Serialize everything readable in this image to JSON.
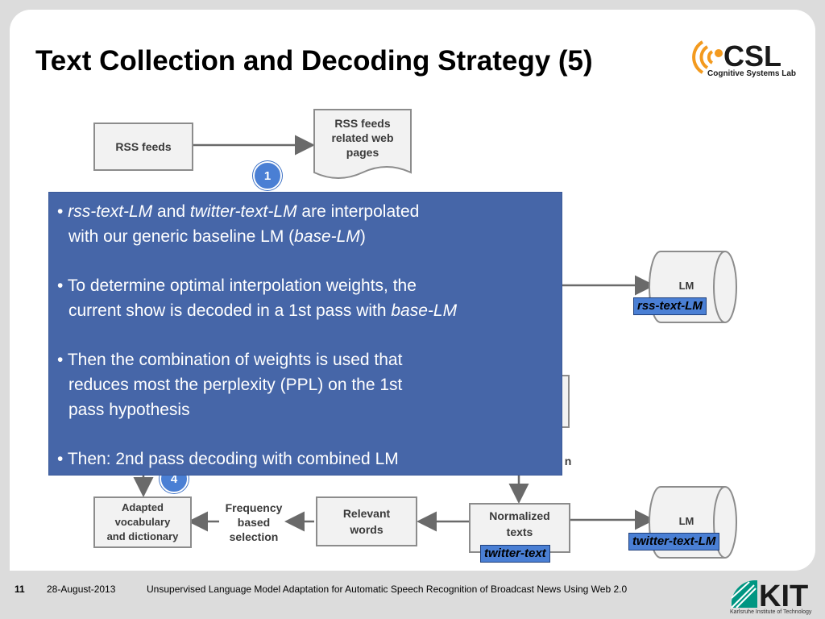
{
  "slide": {
    "title": "Text Collection and Decoding Strategy (5)",
    "logo_csl": {
      "mark": "CSL",
      "subtitle": "Cognitive Systems Lab"
    },
    "logo_kit": {
      "mark": "KIT",
      "subtitle": "Karlsruhe Institute of Technology"
    }
  },
  "diagram": {
    "rss_feeds": "RSS feeds",
    "rss_pages": [
      "RSS feeds",
      "related web",
      "pages"
    ],
    "lm_top": "LM",
    "lm_top_tag": "rss-text-LM",
    "lm_bottom": "LM",
    "lm_bottom_tag": "twitter-text-LM",
    "adapted": [
      "Adapted",
      "vocabulary",
      "and dictionary"
    ],
    "frequency": [
      "Frequency",
      "based",
      "selection"
    ],
    "relevant": [
      "Relevant",
      "words"
    ],
    "normalized": [
      "Normalized",
      "texts"
    ],
    "normalized_tag": "twitter-text",
    "partial_text": "n",
    "step_1": "1",
    "step_4": "4"
  },
  "overlay": {
    "b1_part1": "rss-text-LM",
    "b1_part2": " and ",
    "b1_part3": "twitter-text-LM",
    "b1_part4": " are interpolated",
    "b1_line2a": "with our generic baseline LM (",
    "b1_line2b": "base-LM",
    "b1_line2c": ")",
    "b2_line1": "To determine optimal interpolation weights, the",
    "b2_line2a": "current show is decoded in a 1st pass with ",
    "b2_line2b": "base-LM",
    "b3_line1": "Then the combination of weights is used that",
    "b3_line2": "reduces most the perplexity (PPL) on the 1st",
    "b3_line3": "pass hypothesis",
    "b4_line1": "Then: 2nd pass decoding with combined LM",
    "bullet_char": "•"
  },
  "footer": {
    "page": "11",
    "date": "28-August-2013",
    "title": "Unsupervised Language Model Adaptation for Automatic Speech Recognition of Broadcast News Using Web 2.0"
  },
  "colors": {
    "overlay_bg": "#4666a8",
    "tag_bg": "#4a7fd4",
    "csl_orange": "#f39a1e"
  }
}
